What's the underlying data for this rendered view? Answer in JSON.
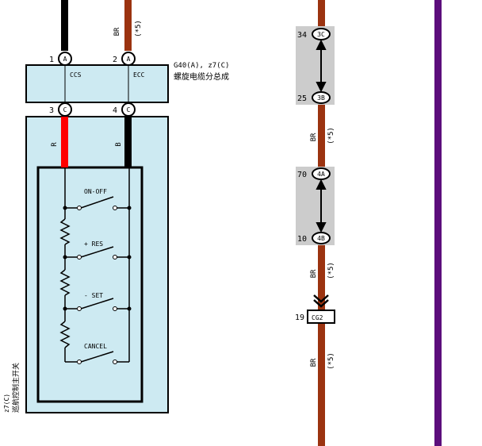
{
  "colors": {
    "brown_wire": "#9B3310",
    "black_wire": "#000000",
    "red_wire": "#FF0000",
    "purple_wire": "#5C0E7C",
    "box_fill": "#CDEAF2",
    "connector_group_fill": "#CCCCCC"
  },
  "top_wires": [
    {
      "color_code": "",
      "pin": "1",
      "connector": "A",
      "terminal": "CCS"
    },
    {
      "color_code": "BR",
      "note": "(*5)",
      "pin": "2",
      "connector": "A",
      "terminal": "ECC"
    }
  ],
  "spiral_cable": {
    "code": "G40(A), z7(C)",
    "name": "螺旋电缆分总成"
  },
  "lower_pins": [
    {
      "pin": "3",
      "connector": "C",
      "wire_code": "R"
    },
    {
      "pin": "4",
      "connector": "C",
      "wire_code": "B"
    }
  ],
  "switch": {
    "code": "z7(C)",
    "name": "巡航控制主开关",
    "labels": [
      "ON-OFF",
      "+ RES",
      "- SET",
      "CANCEL"
    ]
  },
  "right_connectors": [
    {
      "pin": "34",
      "label": "3C"
    },
    {
      "pin": "25",
      "label": "3B"
    },
    {
      "pin": "70",
      "label": "4A"
    },
    {
      "pin": "10",
      "label": "4B"
    }
  ],
  "right_wire_labels": [
    {
      "code": "BR",
      "note": "(*5)"
    },
    {
      "code": "BR",
      "note": "(*5)"
    },
    {
      "code": "BR",
      "note": "(*5)"
    }
  ],
  "ground": {
    "pin": "19",
    "label": "CG2"
  }
}
